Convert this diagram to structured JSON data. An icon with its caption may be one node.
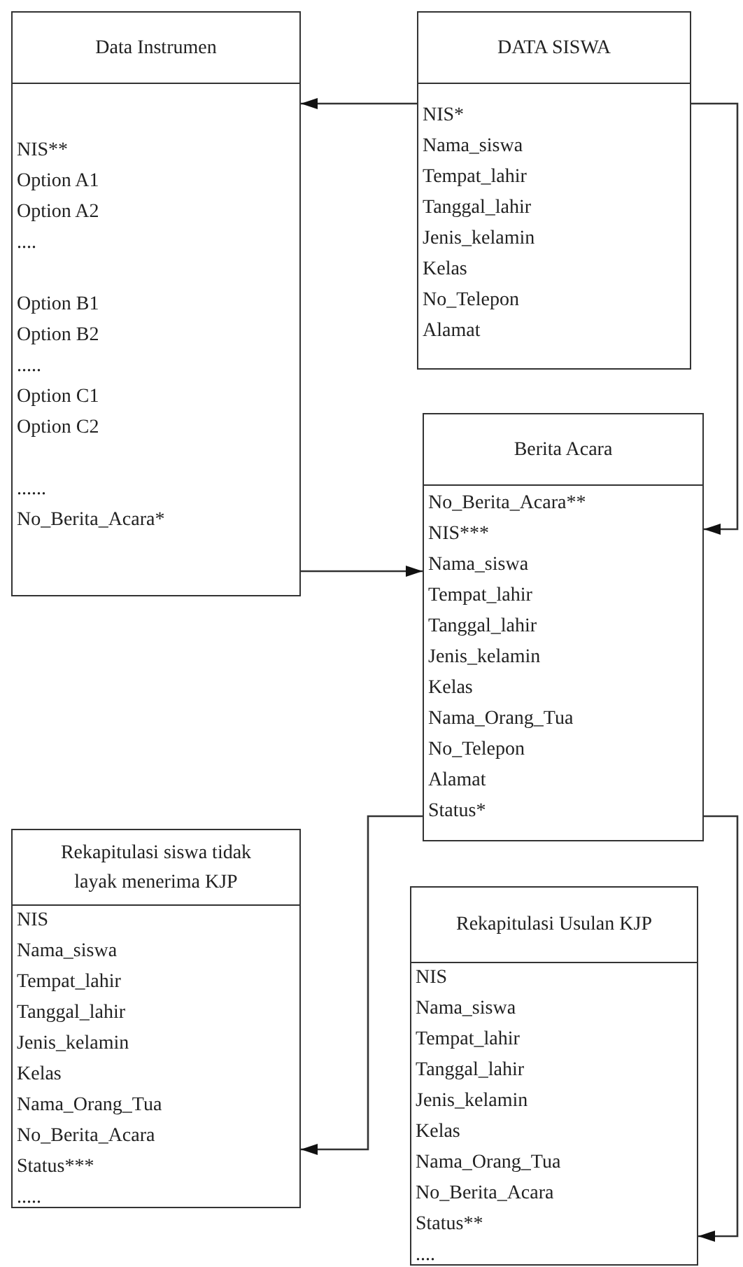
{
  "diagram": {
    "nodes": [
      {
        "text": [
          "Data Instrumen",
          "NIS**",
          "Option A1",
          "Option A2",
          "....",
          "Option B1",
          "Option B2",
          ".....",
          "Option C1",
          "Option C2",
          "......",
          "No_Berita_Acara*"
        ]
      },
      {
        "text": [
          "DATA SISWA",
          "NIS*",
          "Nama_siswa",
          "Tempat_lahir",
          "Tanggal_lahir",
          "Jenis_kelamin",
          "Kelas",
          "No_Telepon",
          "Alamat"
        ]
      },
      {
        "text": [
          "Berita Acara",
          "No_Berita_Acara**",
          "NIS***",
          "Nama_siswa",
          "Tempat_lahir",
          "Tanggal_lahir",
          "Jenis_kelamin",
          "Kelas",
          "Nama_Orang_Tua",
          "No_Telepon",
          "Alamat",
          "Status*"
        ]
      },
      {
        "text": [
          "Rekapitulasi siswa tidak layak menerima KJP",
          "NIS",
          "Nama_siswa",
          "Tempat_lahir",
          "Tanggal_lahir",
          "Jenis_kelamin",
          "Kelas",
          "Nama_Orang_Tua",
          "No_Berita_Acara",
          "Status***",
          "....."
        ]
      },
      {
        "text": [
          "Rekapitulasi Usulan KJP",
          "NIS",
          "Nama_siswa",
          "Tempat_lahir",
          "Tanggal_lahir",
          "Jenis_kelamin",
          "Kelas",
          "Nama_Orang_Tua",
          "No_Berita_Acara",
          "Status**",
          "...."
        ]
      }
    ],
    "edges": [
      {
        "from": 1,
        "to": 0,
        "arrow": "to"
      },
      {
        "from": 1,
        "to": 2,
        "arrow": "to"
      },
      {
        "from": 0,
        "to": 2,
        "arrow": "to"
      },
      {
        "from": 2,
        "to": 3,
        "arrow": "to"
      },
      {
        "from": 2,
        "to": 4,
        "arrow": "to"
      }
    ]
  }
}
